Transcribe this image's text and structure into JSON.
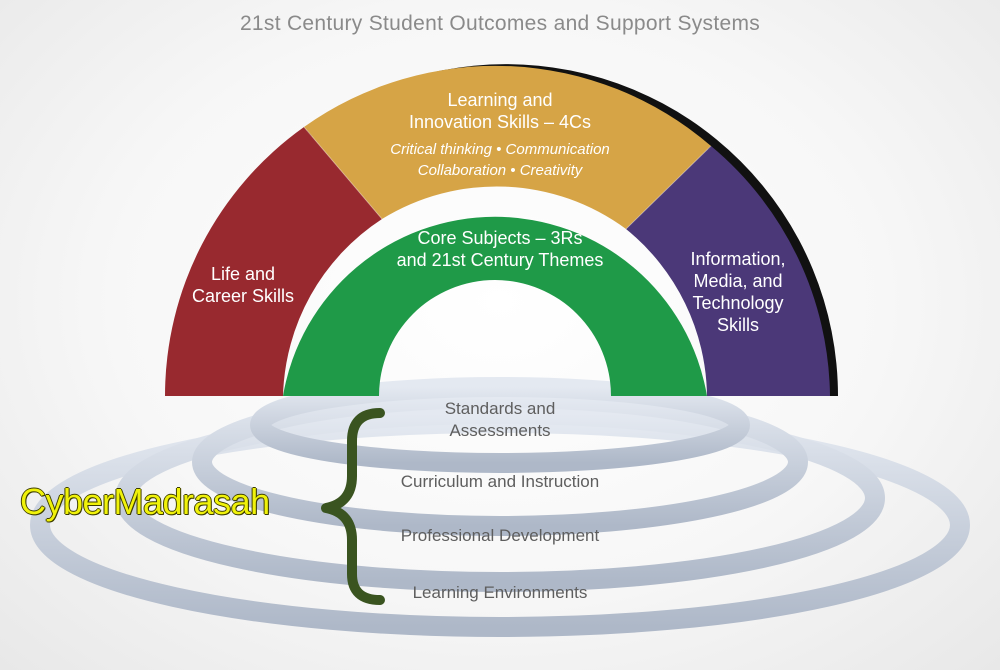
{
  "title": "21st Century Student Outcomes and Support Systems",
  "segments": {
    "life": {
      "line1": "Life and",
      "line2": "Career Skills",
      "color": "#98292f"
    },
    "learning": {
      "line1": "Learning and",
      "line2": "Innovation Skills – 4Cs",
      "sub1": "Critical thinking • Communication",
      "sub2": "Collaboration • Creativity",
      "color": "#d6a446"
    },
    "info": {
      "line1": "Information,",
      "line2": "Media, and",
      "line3": "Technology",
      "line4": "Skills",
      "color": "#4b3878"
    },
    "core": {
      "line1": "Core Subjects – 3Rs",
      "line2": "and 21st Century Themes",
      "color": "#1f9a48"
    }
  },
  "rings": {
    "standards": {
      "line1": "Standards and",
      "line2": "Assessments"
    },
    "curriculum": "Curriculum and Instruction",
    "professional": "Professional Development",
    "environments": "Learning Environments",
    "ring_color": "#c7cfdc"
  },
  "brand": {
    "text": "CyberMadrasah",
    "color": "#f0f20a",
    "brace_color": "#3a5420"
  }
}
